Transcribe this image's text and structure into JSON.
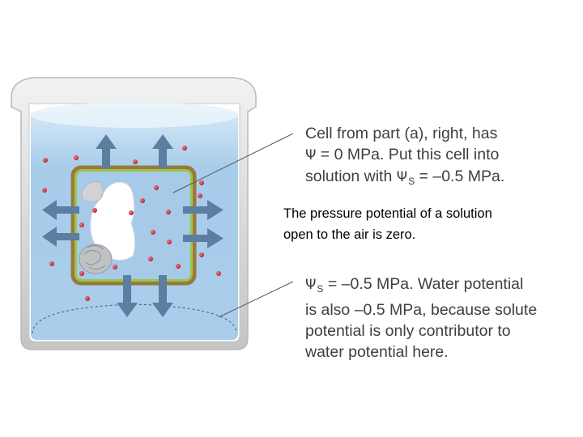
{
  "colors": {
    "water": "#a9cdea",
    "water_light": "#e4f1fa",
    "beaker_rim": "#cfcfcf",
    "cell_wall_green": "#9cc64a",
    "cell_wall_brown": "#9a7a3c",
    "arrow": "#5b7ea1",
    "solute_dot": "#c8323c",
    "caption_text": "#3f3f3f"
  },
  "icons": [
    "outward-arrow-icon",
    "solute-particle-icon",
    "vacuole-shape",
    "nucleus-shape"
  ],
  "annotations": {
    "top": {
      "line1": "Cell from part (a), right, has",
      "line2_symbol": "Ψ",
      "line2_text": " = 0 MPa. Put this cell into",
      "line3_text": "solution with ",
      "line3_symbol": "Ψ",
      "line3_sub": "S",
      "line3_tail": " = –0.5 MPa."
    },
    "middle": {
      "line1": "The pressure potential of a solution",
      "line2": "open to the air is zero."
    },
    "bottom": {
      "line1_symbol": "Ψ",
      "line1_sub": "S",
      "line1_text": "  = –0.5 MPa. Water potential",
      "line2": "is also –0.5 MPa, because solute",
      "line3": "potential is only contributor to",
      "line4": "water potential here."
    }
  }
}
